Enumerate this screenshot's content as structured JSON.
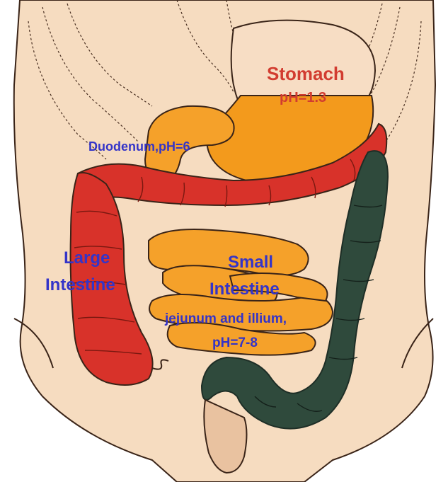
{
  "labels": {
    "stomach": "Stomach",
    "stomach_ph": "pH=1.3",
    "duodenum": "Duodenum,pH=6",
    "large_line1": "Large",
    "large_line2": "Intestine",
    "small_line1": "Small",
    "small_line2": "Intestine",
    "small_line3": "jejunum and illium,",
    "small_line4": "pH=7-8"
  },
  "colors": {
    "skin": "#f6dcc0",
    "skin_shadow": "#e9c2a0",
    "outline": "#3a2418",
    "stomach": "#f39a1c",
    "stomach_upper": "#f7ddc4",
    "small_intestine": "#f5a12a",
    "large_intestine": "#d8322a",
    "descending_colon": "#2f4a3c",
    "label_red": "#d23c30",
    "label_blue": "#3434c8"
  }
}
